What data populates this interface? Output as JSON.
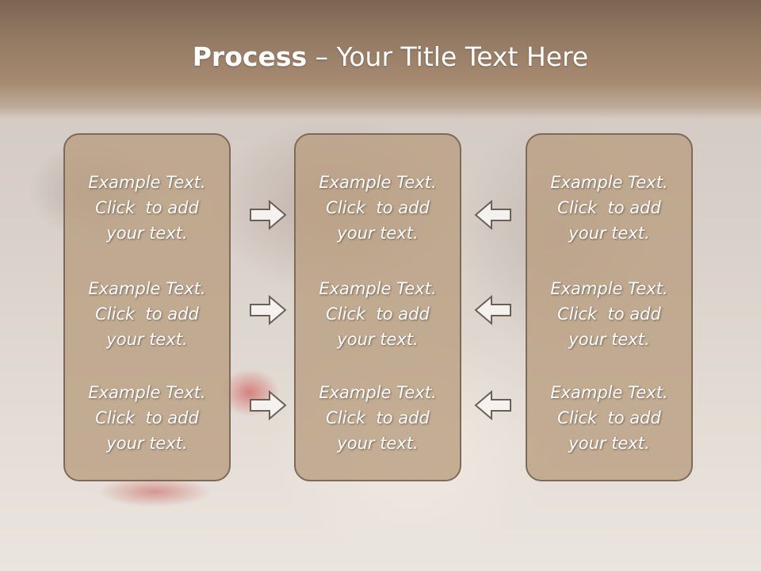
{
  "title": {
    "bold": "Process",
    "rest": " – Your Title Text Here"
  },
  "columns": [
    {
      "items": [
        {
          "line1": "Example Text.",
          "line2": "Click  to add",
          "line3": "your text."
        },
        {
          "line1": "Example Text.",
          "line2": "Click  to add",
          "line3": "your text."
        },
        {
          "line1": "Example Text.",
          "line2": "Click  to add",
          "line3": "your text."
        }
      ]
    },
    {
      "items": [
        {
          "line1": "Example Text.",
          "line2": "Click  to add",
          "line3": "your text."
        },
        {
          "line1": "Example Text.",
          "line2": "Click  to add",
          "line3": "your text."
        },
        {
          "line1": "Example Text.",
          "line2": "Click  to add",
          "line3": "your text."
        }
      ]
    },
    {
      "items": [
        {
          "line1": "Example Text.",
          "line2": "Click  to add",
          "line3": "your text."
        },
        {
          "line1": "Example Text.",
          "line2": "Click  to add",
          "line3": "your text."
        },
        {
          "line1": "Example Text.",
          "line2": "Click  to add",
          "line3": "your text."
        }
      ]
    }
  ],
  "arrows": {
    "left_group": "arrow-right-icon",
    "right_group": "arrow-left-icon",
    "fill": "#f4f1ee",
    "stroke": "#6a6058"
  },
  "colors": {
    "header": "#957b63",
    "panel": "#baa082",
    "panel_border": "#7d6a58"
  }
}
